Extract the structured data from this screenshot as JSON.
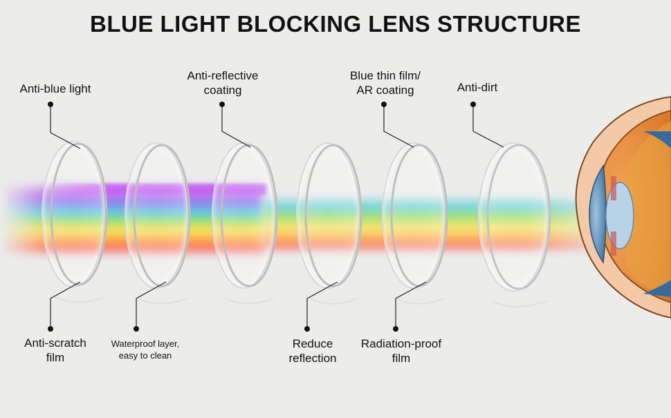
{
  "title": "BLUE LIGHT BLOCKING LENS STRUCTURE",
  "labels": {
    "anti_blue_light": [
      "Anti-blue light"
    ],
    "anti_reflective": [
      "Anti-reflective",
      "coating"
    ],
    "blue_thin_film": [
      "Blue thin film/",
      "AR coating"
    ],
    "anti_dirt": [
      "Anti-dirt"
    ],
    "anti_scratch": [
      "Anti-scratch",
      "film"
    ],
    "waterproof": [
      "Waterproof layer,",
      "easy to clean"
    ],
    "reduce_reflection": [
      "Reduce",
      "reflection"
    ],
    "radiation_proof": [
      "Radiation-proof",
      "film"
    ]
  },
  "colors": {
    "background": "#ececea",
    "text": "#111111",
    "leader": "#222222",
    "spectrum": [
      "#ff4d4d",
      "#ff9f2e",
      "#ffe84a",
      "#7fdc4c",
      "#41c9e6",
      "#7b6cf0",
      "#c35cf2"
    ]
  }
}
